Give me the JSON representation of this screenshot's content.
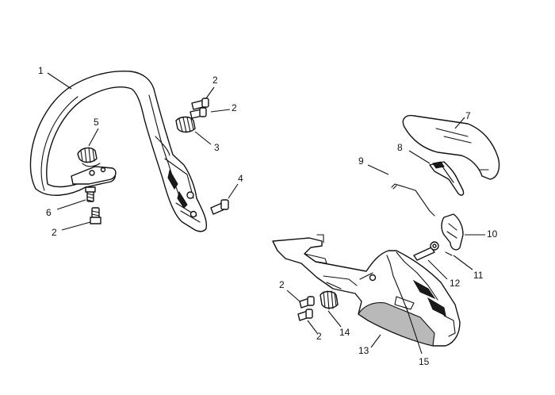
{
  "callouts": {
    "c1": "1",
    "c2a": "2",
    "c2b": "2",
    "c3": "3",
    "c4": "4",
    "c5": "5",
    "c6": "6",
    "c2c": "2",
    "c7": "7",
    "c8": "8",
    "c9": "9",
    "c10": "10",
    "c11": "11",
    "c12": "12",
    "c2d": "2",
    "c14": "14",
    "c2e": "2",
    "c13": "13",
    "c15": "15"
  }
}
